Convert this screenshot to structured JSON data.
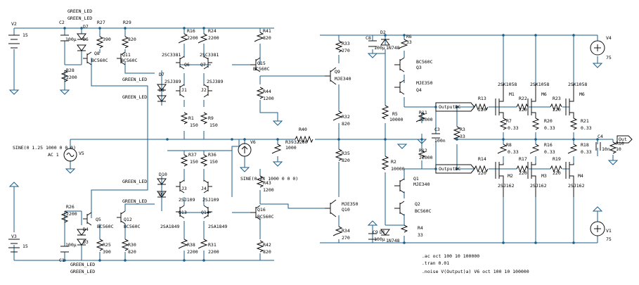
{
  "labels": {
    "V2": "V2",
    "V2v": "15",
    "C2": "C2",
    "C2v": "100µ",
    "R27": "R27",
    "R27v": "390",
    "R29": "R29",
    "R29v": "820",
    "D7": "D7",
    "D6": "D6",
    "GL1": "GREEN_LED",
    "GL2": "GREEN_LED",
    "Q8": "Q8",
    "Q8t": "BC560C",
    "Q11": "Q11",
    "Q11t": "BC560C",
    "R28": "R28",
    "R28v": "2200",
    "R16": "R16",
    "R16v": "2200",
    "R24": "R24",
    "R24v": "2200",
    "Q6t": "2SC3381",
    "Q7t": "2SC3381",
    "Q6": "Q6",
    "Q7": "Q7",
    "Q6b": "2SJ389",
    "Q7b": "2SJ389",
    "J1": "J1",
    "J2": "J2",
    "D7b": "D7",
    "D8": "D8",
    "GL3": "GREEN_LED",
    "GL4": "GREEN_LED",
    "R1": "R1",
    "R1v": "150",
    "R9": "R9",
    "R9v": "150",
    "R41": "R41",
    "R41v": "820",
    "Q15": "Q15",
    "Q15t": "BC560C",
    "R44": "R44",
    "R44v": "1200",
    "R40": "R40",
    "R40v": "32200",
    "R39": "R39",
    "R39v": "1000",
    "V6": "V6",
    "sine5": "SINE(0 1.25 1000 0 0 0)",
    "ac1": "AC 1",
    "V5": "V5",
    "R37": "R37",
    "R37v": "150",
    "R36": "R36",
    "R36v": "150",
    "D10": "D10",
    "D9": "D9",
    "GL5": "GREEN_LED",
    "GL6": "GREEN_LED",
    "J3": "J3",
    "J4": "J4",
    "J3t": "2SJ109",
    "J4t": "2SJ109",
    "Q13": "Q13",
    "Q14": "Q14",
    "Q13t": "2SA1849",
    "Q14t": "2SA1849",
    "sine6": "SINE(0.24 1000 0 0 0)",
    "R43": "R43",
    "R43v": "1200",
    "R26": "R26",
    "R26v": "2200",
    "Q5": "Q5",
    "Q5t": "BC560C",
    "Q12": "Q12",
    "Q12t": "BC560C",
    "D4": "D4",
    "D3": "D3",
    "C1": "C1",
    "C1v": "100µ",
    "R25": "R25",
    "R25v": "390",
    "R30": "R30",
    "R30v": "820",
    "R38": "R38",
    "R38v": "2200",
    "R31": "R31",
    "R31v": "2200",
    "Q16": "Q16",
    "Q16t": "BC560C",
    "R42": "R42",
    "R42v": "820",
    "V3": "V3",
    "V3v": "15",
    "GL7": "GREEN_LED",
    "GL8": "GREEN_LED",
    "R33": "R33",
    "R33v": "270",
    "Q9": "Q9",
    "Q9t": "MJE340",
    "R32": "R32",
    "R32v": "820",
    "R35": "R35",
    "R35v": "820",
    "Q10": "Q10",
    "Q10t": "MJE350",
    "R34": "R34",
    "R34v": "270",
    "C8": "C8",
    "C8v": "100µ",
    "D2": "D2",
    "D2t": "1N748",
    "R6": "R6",
    "R6v": "33",
    "Q3": "Q3",
    "Q3t": "BC560C",
    "Q4": "Q4",
    "Q4t": "MJE350",
    "R5": "R5",
    "R5v": "10000",
    "R11": "R11",
    "R11v": "22000",
    "R12": "R12",
    "R12v": "22000",
    "C3": "C3",
    "C3v": "100n",
    "R3": "R3",
    "R3v": "33",
    "R2": "R2",
    "R2v": "10000",
    "Q1": "Q1",
    "Q1t": "MJE340",
    "Q2": "Q2",
    "Q2t": "BC560C",
    "C9": "C9",
    "C9v": "100µ",
    "D1": "D1",
    "D1t": "1N748",
    "R4": "R4",
    "R4v": "33",
    "outDC1": "OutputDC",
    "outDC2": "OutputDC",
    "M1": "M1",
    "M1t": "2SK1058",
    "M6a": "M6",
    "M6at": "2SK1058",
    "M6": "M6",
    "M6t": "2SK1058",
    "R13": "R13",
    "R13v": "220",
    "R22": "R22",
    "R22v": "220",
    "R23": "R23",
    "R23v": "220",
    "R7": "R7",
    "R7v": "0.33",
    "R20": "R20",
    "R20v": "0.33",
    "R21": "R21",
    "R21v": "0.33",
    "R8": "R8",
    "R8v": "0.33",
    "R16b": "R16",
    "R16bv": "0.33",
    "R18": "R18",
    "R18v": "0.33",
    "R14": "R14",
    "R14v": "220",
    "R17": "R17",
    "R17v": "220",
    "R19": "R19",
    "R19v": "220",
    "M2": "M2",
    "M2t": "2SJ162",
    "M3": "M3",
    "M3t": "2SJ162",
    "M4": "M4",
    "M4t": "2SJ162",
    "V4": "V4",
    "V4v": "75",
    "V1": "V1",
    "V1v": "75",
    "C4": "C4",
    "C4v": "10n",
    "R10": "R10",
    "R10v": "10",
    "out": "Out"
  },
  "directives": [
    ".ac oct 100 10 100000",
    ".tran 0.01",
    ".noise V(Output)a) V6 oct 100 10 100000"
  ]
}
